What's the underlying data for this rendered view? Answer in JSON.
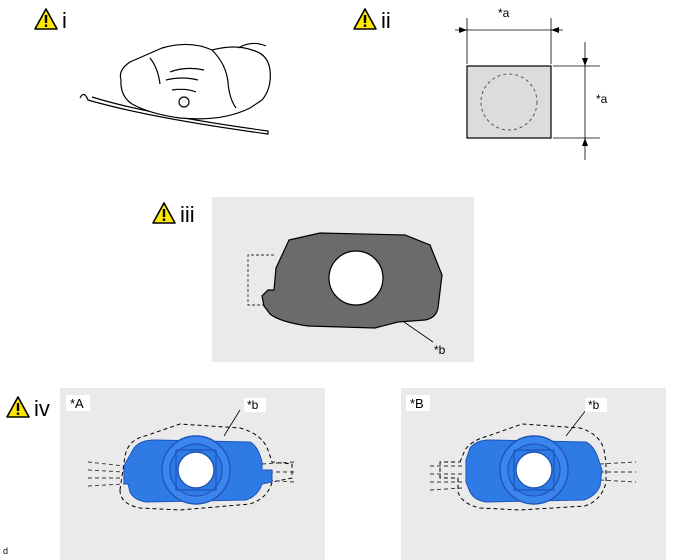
{
  "steps": [
    {
      "label": "i"
    },
    {
      "label": "ii"
    },
    {
      "label": "iii"
    },
    {
      "label": "iv"
    }
  ],
  "dimension_label": "*a",
  "callout_b": "*b",
  "panel_a_label": "*A",
  "panel_b_label": "*B",
  "footer_code": "d",
  "colors": {
    "warning_fill": "#ffe800",
    "panel_bg": "#eaeaea",
    "seal_gray": "#6b6b6b",
    "square_fill": "#dcdcdc",
    "part_blue": "#2f7be6",
    "part_blue_dark": "#1e55b8"
  },
  "icons": [
    "warning-triangle-icon"
  ]
}
